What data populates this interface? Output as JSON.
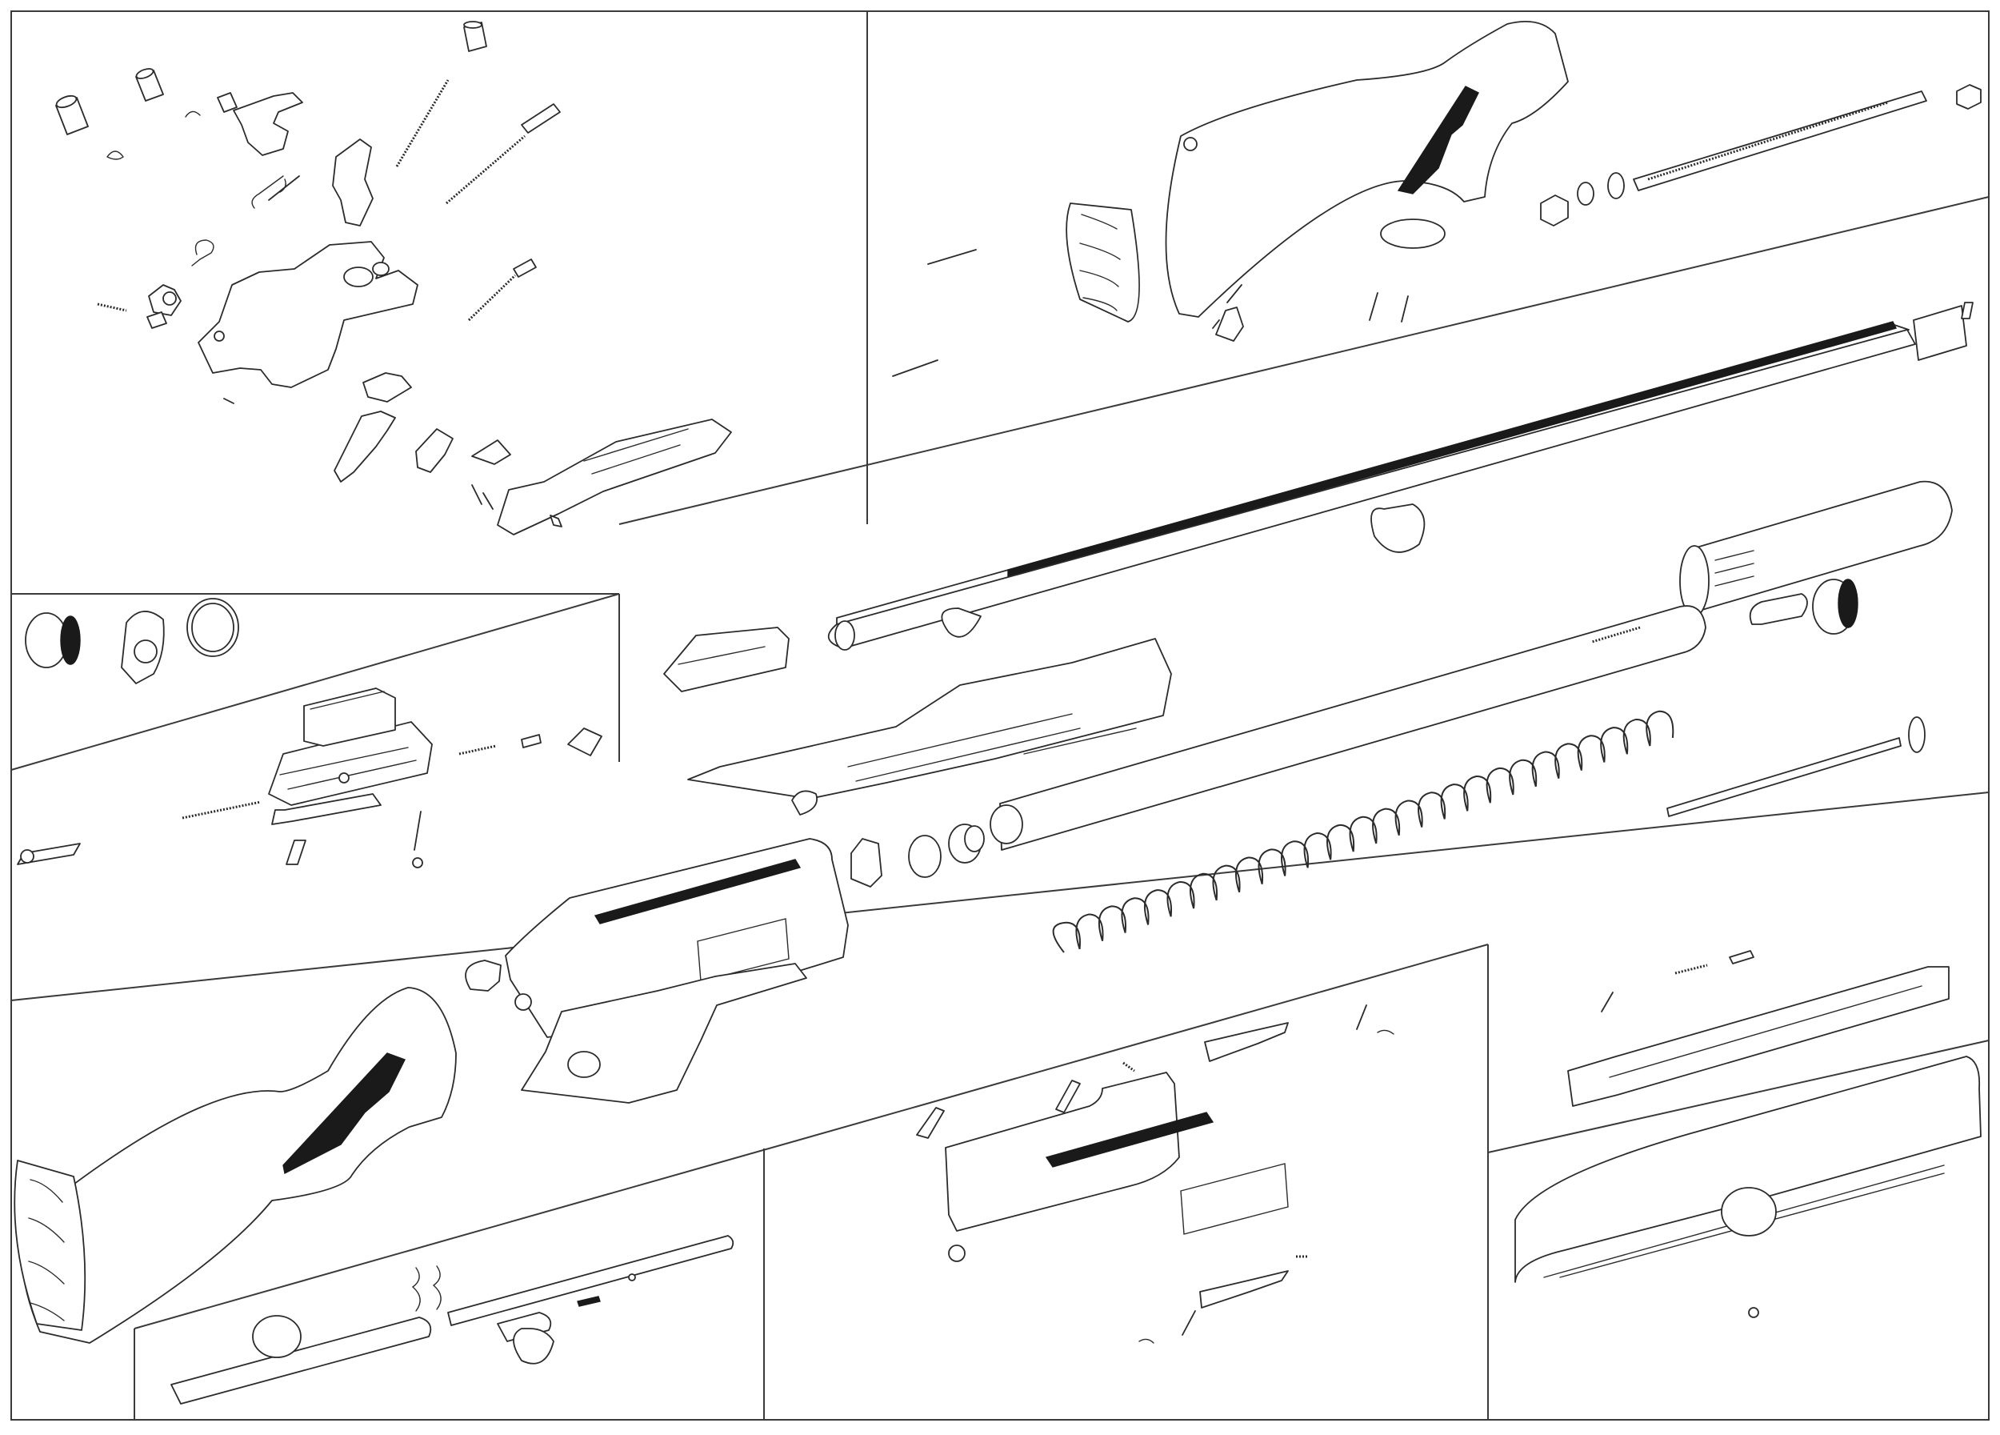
{
  "diagram": {
    "kind": "exploded-parts-view",
    "colors": {
      "line": "#2b2b2b",
      "fill": "#ffffff",
      "shade": "#1a1a1a",
      "frame": "#3a3a3a"
    },
    "panels": [
      {
        "id": "trigger-group-parts"
      },
      {
        "id": "stock-assembly"
      },
      {
        "id": "bolt-assembly-parts"
      },
      {
        "id": "main-exploded-view"
      },
      {
        "id": "barrel-assembly"
      },
      {
        "id": "receiver-parts"
      },
      {
        "id": "carrier-assembly"
      }
    ]
  }
}
